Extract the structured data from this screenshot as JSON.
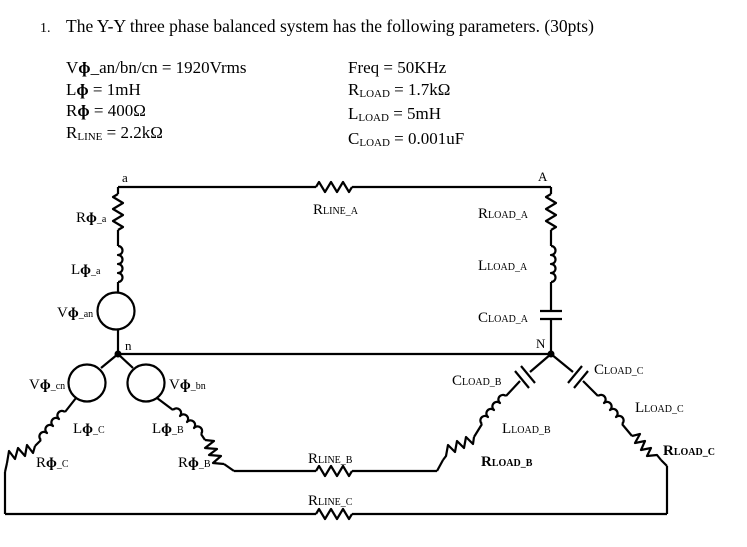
{
  "question": {
    "number": "1.",
    "text": "The Y-Y three phase balanced system has the following parameters. (30pts)"
  },
  "params_left": [
    {
      "pre": "V",
      "phi": "ɸ",
      "sub": "",
      "post": "_an/bn/cn = 1920Vrms"
    },
    {
      "pre": "L",
      "phi": "ɸ",
      "sub": "",
      "post": " = 1mH"
    },
    {
      "pre": "R",
      "phi": "ɸ",
      "sub": "",
      "post": " = 400Ω"
    },
    {
      "pre": "R",
      "phi": "",
      "sub": "LINE",
      "post": " = 2.2kΩ"
    }
  ],
  "params_right": [
    {
      "pre": "Freq = 50KHz",
      "phi": "",
      "sub": "",
      "post": ""
    },
    {
      "pre": "R",
      "phi": "",
      "sub": "LOAD",
      "post": " = 1.7kΩ"
    },
    {
      "pre": "L",
      "phi": "",
      "sub": "LOAD",
      "post": " = 5mH"
    },
    {
      "pre": "C",
      "phi": "",
      "sub": "LOAD",
      "post": " = 0.001uF"
    }
  ],
  "nodes": {
    "a": "a",
    "A": "A",
    "n": "n",
    "N": "N"
  },
  "labels": {
    "r_line_a": {
      "main": "R",
      "sub": "LINE_A"
    },
    "r_load_a": {
      "main": "R",
      "sub": "LOAD_A"
    },
    "l_load_a": {
      "main": "L",
      "sub": "LOAD_A"
    },
    "c_load_a": {
      "main": "C",
      "sub": "LOAD_A"
    },
    "r_phi_a": {
      "main": "R",
      "phi": "ɸ",
      "sub": "_a"
    },
    "l_phi_a": {
      "main": "L",
      "phi": "ɸ",
      "sub": "_a"
    },
    "v_phi_an": {
      "main": "V",
      "phi": "ɸ",
      "sub": "_an"
    },
    "v_phi_cn": {
      "main": "V",
      "phi": "ɸ",
      "sub": "_cn"
    },
    "v_phi_bn": {
      "main": "V",
      "phi": "ɸ",
      "sub": "_bn"
    },
    "l_phi_c": {
      "main": "L",
      "phi": "ɸ",
      "sub": "_C"
    },
    "l_phi_b": {
      "main": "L",
      "phi": "ɸ",
      "sub": "_B"
    },
    "r_phi_c": {
      "main": "R",
      "phi": "ɸ",
      "sub": "_C"
    },
    "r_phi_b": {
      "main": "R",
      "phi": "ɸ",
      "sub": "_B"
    },
    "r_line_b": {
      "main": "R",
      "sub": "LINE_B"
    },
    "r_line_c": {
      "main": "R",
      "sub": "LINE_C"
    },
    "c_load_b": {
      "main": "C",
      "sub": "LOAD_B"
    },
    "l_load_b": {
      "main": "L",
      "sub": "LOAD_B"
    },
    "r_load_b": {
      "main": "R",
      "sub": "LOAD_B"
    },
    "c_load_c": {
      "main": "C",
      "sub": "LOAD_C"
    },
    "l_load_c": {
      "main": "L",
      "sub": "LOAD_C"
    },
    "r_load_c": {
      "main": "R",
      "sub": "LOAD_C"
    }
  }
}
